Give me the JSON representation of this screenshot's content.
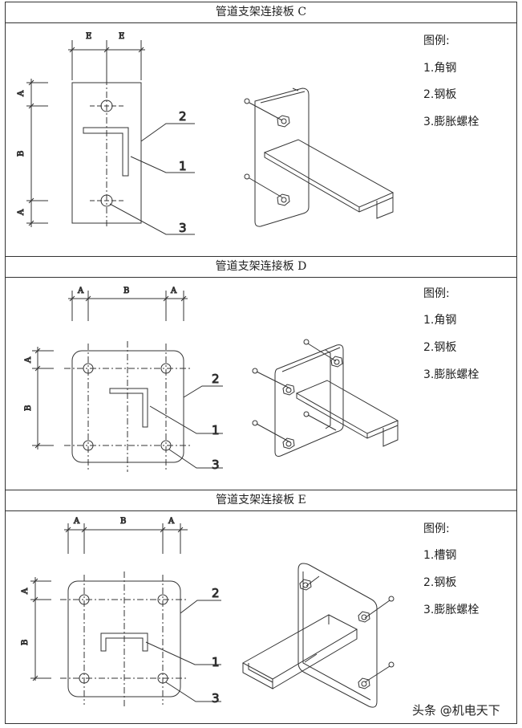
{
  "sections": [
    {
      "title": "管道支架连接板 C",
      "dims": {
        "top": [
          "E",
          "E"
        ],
        "left": [
          "A",
          "B",
          "A"
        ]
      },
      "callouts": [
        "2",
        "1",
        "3"
      ],
      "legend": {
        "heading": "图例:",
        "items": [
          "1.角钢",
          "2.钢板",
          "3.膨胀螺栓"
        ]
      }
    },
    {
      "title": "管道支架连接板 D",
      "dims": {
        "top": [
          "A",
          "B",
          "A"
        ],
        "left": [
          "A",
          "B"
        ]
      },
      "callouts": [
        "2",
        "1",
        "3"
      ],
      "legend": {
        "heading": "图例:",
        "items": [
          "1.角钢",
          "2.钢板",
          "3.膨胀螺栓"
        ]
      }
    },
    {
      "title": "管道支架连接板 E",
      "dims": {
        "top": [
          "A",
          "B",
          "A"
        ],
        "left": [
          "A",
          "B"
        ]
      },
      "callouts": [
        "2",
        "1",
        "3"
      ],
      "legend": {
        "heading": "图例:",
        "items": [
          "1.槽钢",
          "2.钢板",
          "3.膨胀螺栓"
        ]
      }
    }
  ],
  "watermark": "头条 @机电天下"
}
